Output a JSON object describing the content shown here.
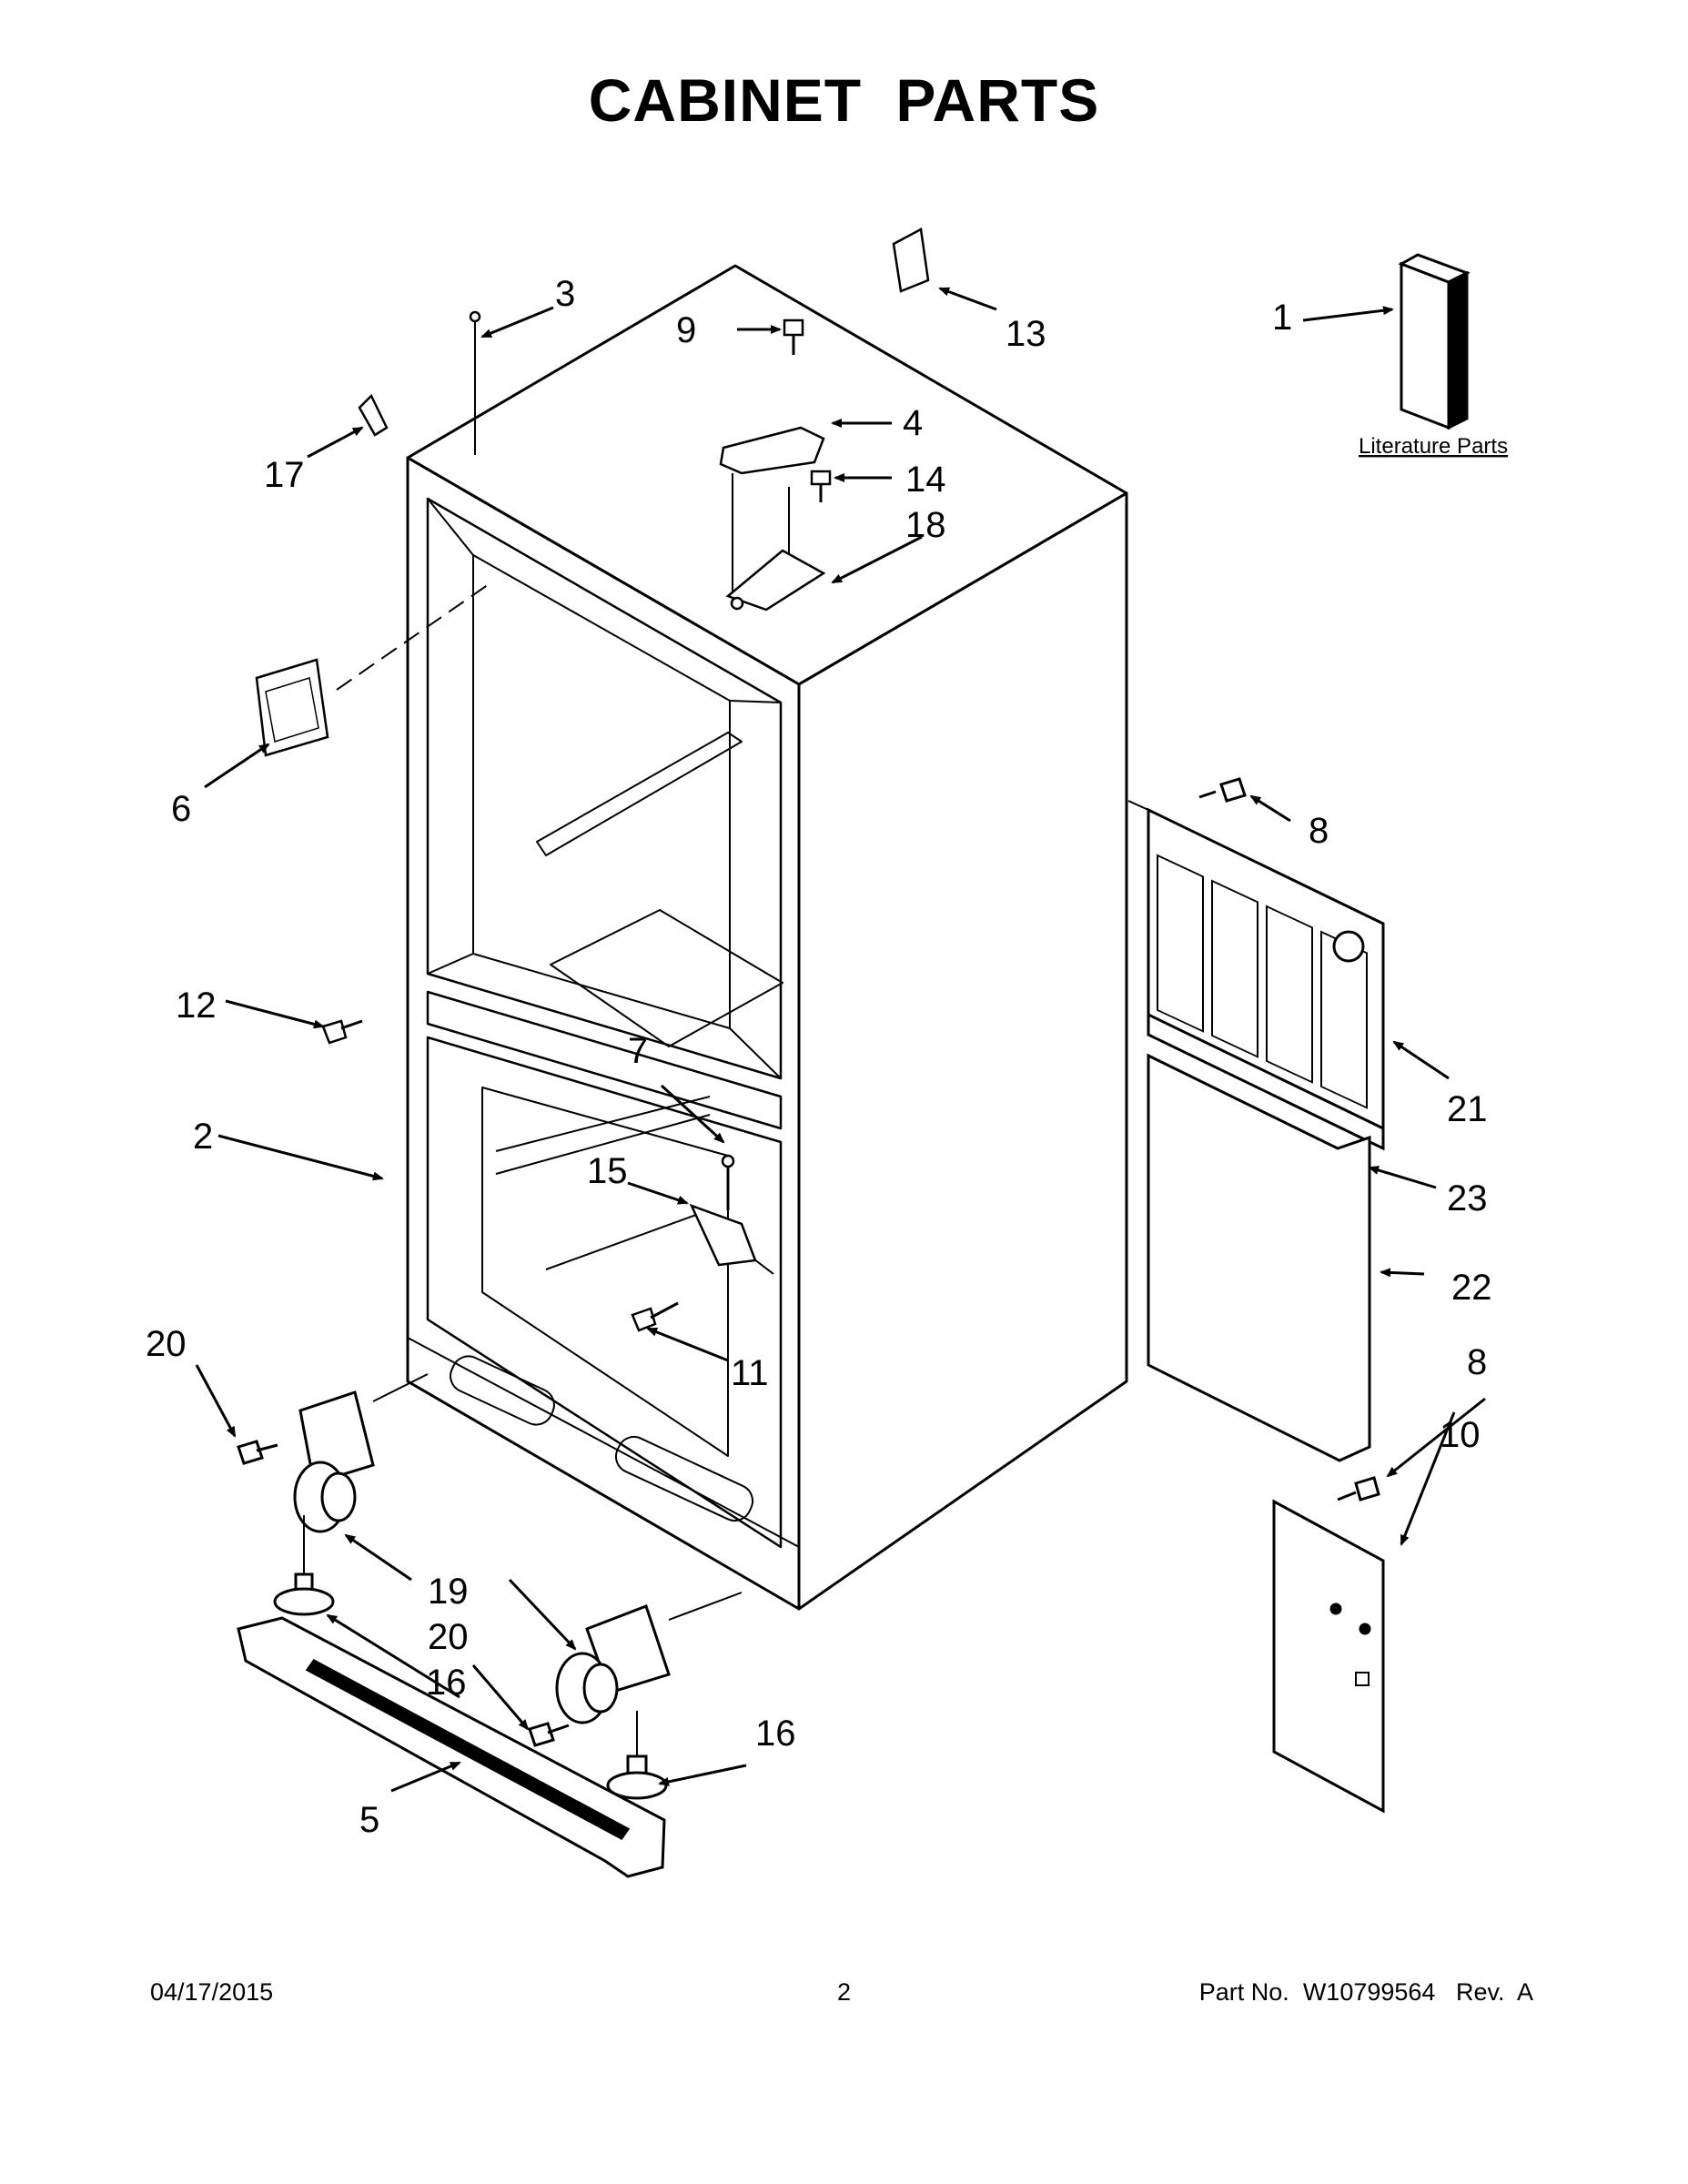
{
  "title": "CABINET PARTS",
  "literature_label": "Literature Parts",
  "callouts": [
    {
      "id": "c1",
      "text": "1"
    },
    {
      "id": "c2",
      "text": "2"
    },
    {
      "id": "c3",
      "text": "3"
    },
    {
      "id": "c4",
      "text": "4"
    },
    {
      "id": "c5",
      "text": "5"
    },
    {
      "id": "c6",
      "text": "6"
    },
    {
      "id": "c7",
      "text": "7"
    },
    {
      "id": "c8a",
      "text": "8"
    },
    {
      "id": "c8b",
      "text": "8"
    },
    {
      "id": "c9",
      "text": "9"
    },
    {
      "id": "c10",
      "text": "10"
    },
    {
      "id": "c11",
      "text": "11"
    },
    {
      "id": "c12",
      "text": "12"
    },
    {
      "id": "c13",
      "text": "13"
    },
    {
      "id": "c14",
      "text": "14"
    },
    {
      "id": "c15",
      "text": "15"
    },
    {
      "id": "c16a",
      "text": "16"
    },
    {
      "id": "c16b",
      "text": "16"
    },
    {
      "id": "c17",
      "text": "17"
    },
    {
      "id": "c18",
      "text": "18"
    },
    {
      "id": "c19",
      "text": "19"
    },
    {
      "id": "c20a",
      "text": "20"
    },
    {
      "id": "c20b",
      "text": "20"
    },
    {
      "id": "c21",
      "text": "21"
    },
    {
      "id": "c22",
      "text": "22"
    },
    {
      "id": "c23",
      "text": "23"
    }
  ],
  "footer": {
    "date": "04/17/2015",
    "page": "2",
    "part_label": "Part No.",
    "part_number": "W10799564",
    "rev_label": "Rev.",
    "rev": "A"
  }
}
